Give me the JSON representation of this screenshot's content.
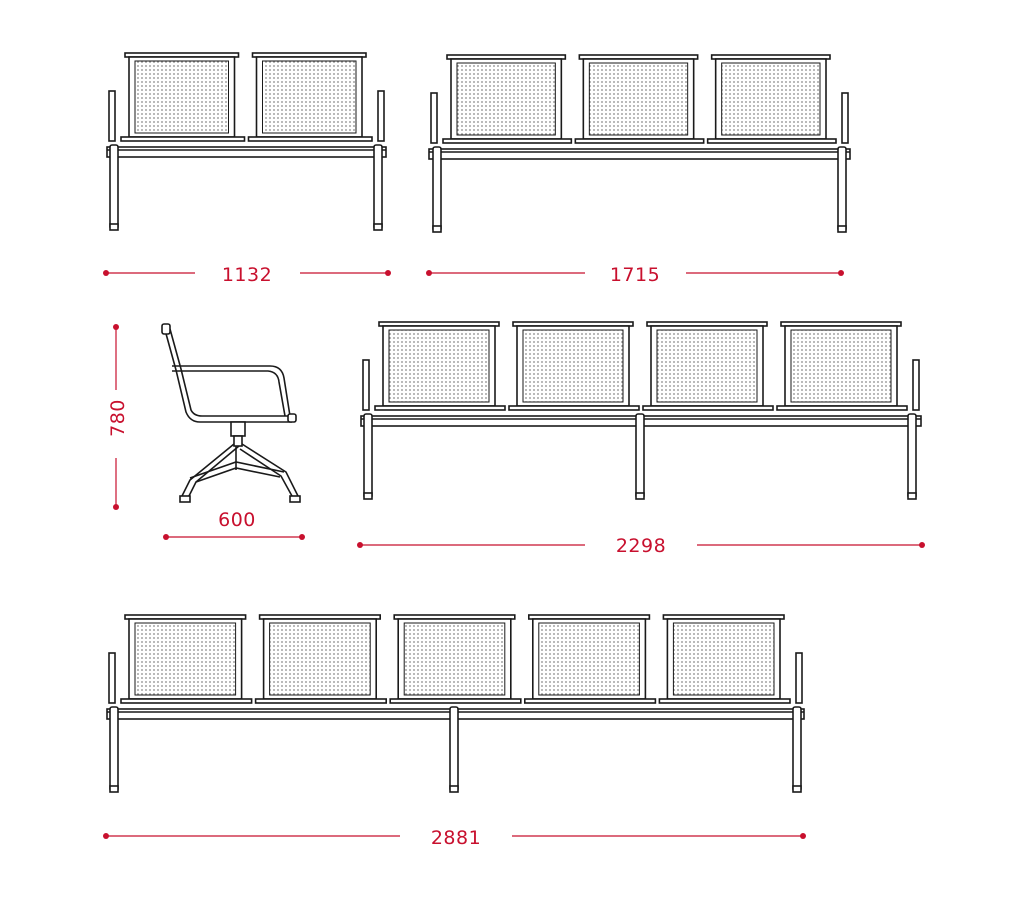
{
  "colors": {
    "dimension": "#c8102e",
    "outline": "#1a1a1a",
    "background": "#ffffff"
  },
  "dimensions": {
    "bench_2": "1132",
    "bench_3": "1715",
    "bench_4": "2298",
    "bench_5": "2881",
    "chair_height": "780",
    "chair_depth": "600"
  }
}
